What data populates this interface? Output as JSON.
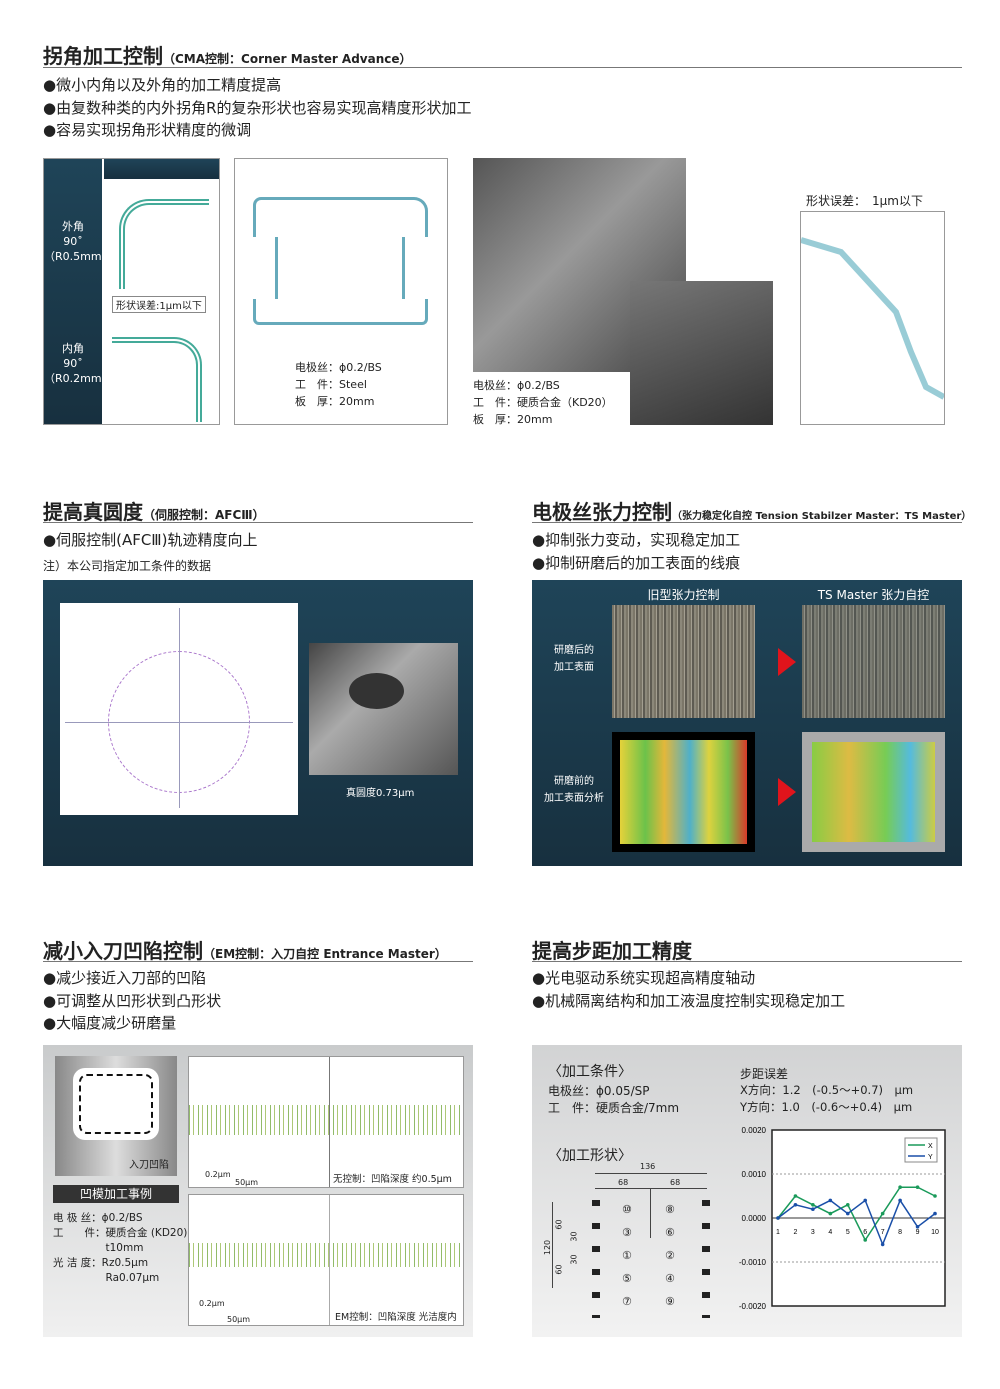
{
  "s1": {
    "title": "拐角加工控制",
    "sub": "（CMA控制：Corner Master Advance）",
    "bullets": [
      "●微小内角以及外角的加工精度提高",
      "●由复数种类的内外拐角R的复杂形状也容易实现高精度形状加工",
      "●容易实现拐角形状精度的微调"
    ],
    "outer": [
      "外角",
      "90˚",
      "（R0.5mm）"
    ],
    "inner": [
      "内角",
      "90˚",
      "（R0.2mm）"
    ],
    "err": "形状误差:1μm以下",
    "specB": [
      "电极丝：ϕ0.2/BS",
      "工　件：Steel",
      "板　厚：20mm"
    ],
    "specC": [
      "电极丝：ϕ0.2/BS",
      "工　件：硬质合金（KD20）",
      "板　厚：20mm"
    ],
    "errD": "形状误差：　1μm以下"
  },
  "s2": {
    "title": "提高真圆度",
    "sub": "（伺服控制：AFCⅢ）",
    "bullets": [
      "●伺服控制(AFCⅢ)轨迹精度向上"
    ],
    "note": "注）本公司指定加工条件的数据",
    "round": "真圆度0.73μm"
  },
  "s3": {
    "title": "电极丝张力控制",
    "sub": "（张力稳定化自控 Tension Stabilzer Master：TS Master）",
    "bullets": [
      "●抑制张力变动，实现稳定加工",
      "●抑制研磨后的加工表面的线痕"
    ],
    "col1": "旧型张力控制",
    "col2": "TS Master 张力自控",
    "row1": [
      "研磨后的",
      "加工表面"
    ],
    "row2": [
      "研磨前的",
      "加工表面分析"
    ]
  },
  "s4": {
    "title": "减小入刀凹陷控制",
    "sub": "（EM控制：入刀自控 Entrance Master）",
    "bullets": [
      "●减少接近入刀部的凹陷",
      "●可调整从凹形状到凸形状",
      "●大幅度减少研磨量"
    ],
    "dent": "入刀凹陷",
    "example": "凹模加工事例",
    "spec": [
      "电 极 丝：ϕ0.2/BS",
      "工　　件：硬质合金 (KD20)",
      "　　　　　t10mm",
      "光 洁 度：Rz0.5μm",
      "　　　　　Ra0.07μm"
    ],
    "scaleY": "0.2μm",
    "scaleX": "50μm",
    "cap1": "无控制：凹陷深度 约0.5μm",
    "cap2": "EM控制：凹陷深度 光洁度内"
  },
  "s5": {
    "title": "提高步距加工精度",
    "bullets": [
      "●光电驱动系统实现超高精度轴动",
      "●机械隔离结构和加工液温度控制实现稳定加工"
    ],
    "condTitle": "〈加工条件〉",
    "cond": [
      "电极丝：ϕ0.05/SP",
      "工　件：硬质合金/7mm"
    ],
    "shapeTitle": "〈加工形状〉",
    "dims": {
      "w": "136",
      "h1": "68",
      "h2": "68",
      "v": "120",
      "v1": "60",
      "v2": "60",
      "v3": "30",
      "v4": "30"
    },
    "left": [
      "⑩",
      "③",
      "①",
      "⑤",
      "⑦"
    ],
    "right": [
      "⑧",
      "⑥",
      "②",
      "④",
      "⑨"
    ],
    "errTitle": "步距误差",
    "errX": "X方向：1.2　(-0.5～+0.7)　μm",
    "errY": "Y方向：1.0　(-0.6～+0.4)　μm"
  },
  "chart_data": {
    "type": "line",
    "x": [
      1,
      2,
      3,
      4,
      5,
      6,
      7,
      8,
      9,
      10
    ],
    "ylim": [
      -0.002,
      0.002
    ],
    "yticks": [
      "0.0020",
      "0.0010",
      "0.0000",
      "-0.0010",
      "-0.0020"
    ],
    "legend": "top-right",
    "series": [
      {
        "name": "X",
        "color": "#1a9a5a",
        "values": [
          0,
          0.0005,
          0.0003,
          0.0001,
          0.0003,
          -0.0005,
          0.0001,
          0.0007,
          0.0007,
          0.0005
        ]
      },
      {
        "name": "Y",
        "color": "#1a4fa8",
        "values": [
          0,
          0.0003,
          0.0002,
          0.0004,
          0.0001,
          0.0004,
          -0.0006,
          0.0004,
          -0.0002,
          0.0001
        ]
      }
    ]
  }
}
